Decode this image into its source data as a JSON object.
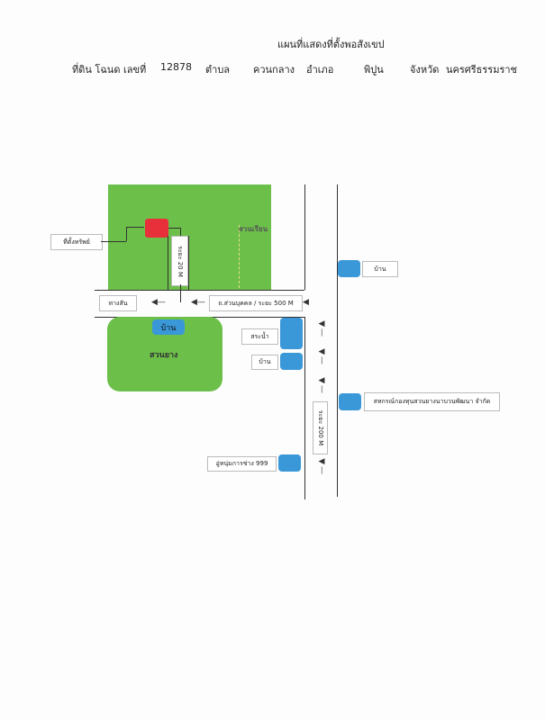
{
  "title": "แผนที่แสดงที่ตั้งพอสังเขป",
  "header": {
    "deed_label": "ที่ดิน โฉนด เลขที่",
    "deed_no": "12878",
    "subdistrict_label": "ตำบล",
    "subdistrict": "ควนกลาง",
    "district_label": "อำเภอ",
    "district": "พิปูน",
    "province_label": "จังหวัด",
    "province": "นครศรีธรรมราช"
  },
  "map": {
    "property": "ที่ตั้งทรัพย์",
    "garden": "สวนเรียน",
    "dist20": "ระยะ 20 M",
    "road": "ถ.ส่วนบุคคล / ระยะ 500 M",
    "direction": "ทางสัน",
    "house_top": "บ้าน",
    "rubber": "สวนยาง",
    "pond": "สระน้ำ",
    "house_left": "บ้าน",
    "garage": "อู่หนุ่มการช่าง 999",
    "house_right": "บ้าน",
    "coop": "สหกรณ์กองทุนสวนยางนาบวนพัฒนา จำกัด",
    "dist200": "ระยะ 200 M"
  }
}
